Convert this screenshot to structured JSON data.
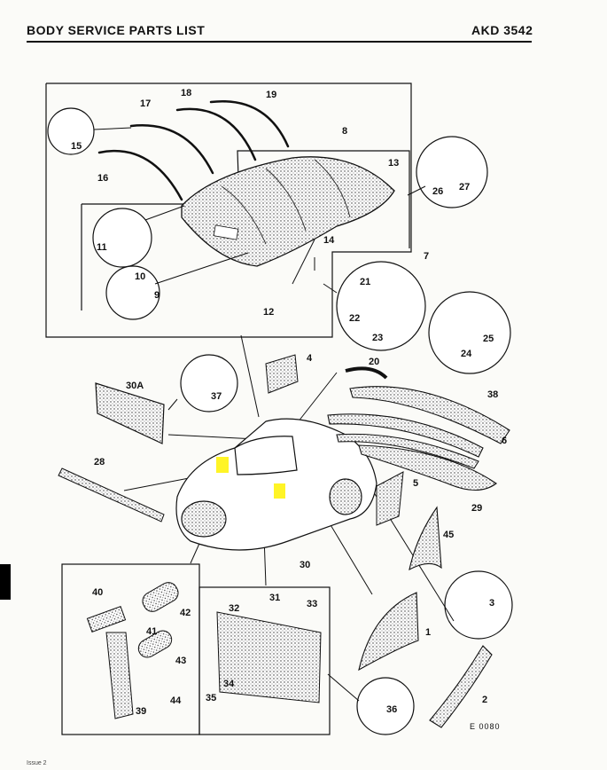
{
  "header": {
    "title": "BODY SERVICE PARTS LIST",
    "ref": "AKD 3542"
  },
  "diagram": {
    "reference_code": "E 0080",
    "callouts": [
      "1",
      "2",
      "3",
      "4",
      "5",
      "6",
      "7",
      "8",
      "9",
      "10",
      "11",
      "12",
      "13",
      "14",
      "15",
      "16",
      "17",
      "18",
      "19",
      "20",
      "21",
      "22",
      "23",
      "24",
      "25",
      "26",
      "27",
      "28",
      "29",
      "30",
      "30A",
      "31",
      "32",
      "33",
      "34",
      "35",
      "36",
      "37",
      "38",
      "39",
      "40",
      "41",
      "42",
      "43",
      "44",
      "45"
    ]
  },
  "footer": {
    "issue": "Issue 2"
  },
  "colors": {
    "ink": "#111111",
    "paper": "#fbfbf8",
    "highlight": "#fff200"
  }
}
